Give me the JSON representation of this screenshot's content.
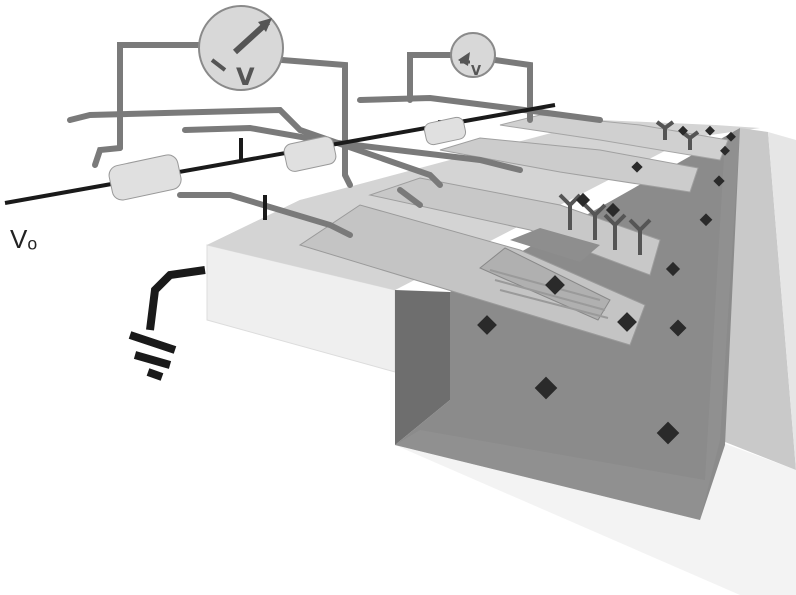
{
  "labels": {
    "bias_voltage": "Vₒ",
    "meter_large_symbol": "V",
    "meter_small_symbol": "V"
  },
  "icons": {
    "meter_large": "voltmeter-icon",
    "meter_small": "voltmeter-icon",
    "ground": "ground-icon",
    "antibody": "antibody-icon",
    "particle": "particle-icon"
  },
  "colors": {
    "background": "#ffffff",
    "substrate_top": "#d2d2d2",
    "substrate_side": "#ebebeb",
    "channel_floor": "#8a8a8a",
    "wire": "#7a7a7a",
    "bias_line": "#1a1a1a",
    "particle": "#2a2a2a"
  }
}
